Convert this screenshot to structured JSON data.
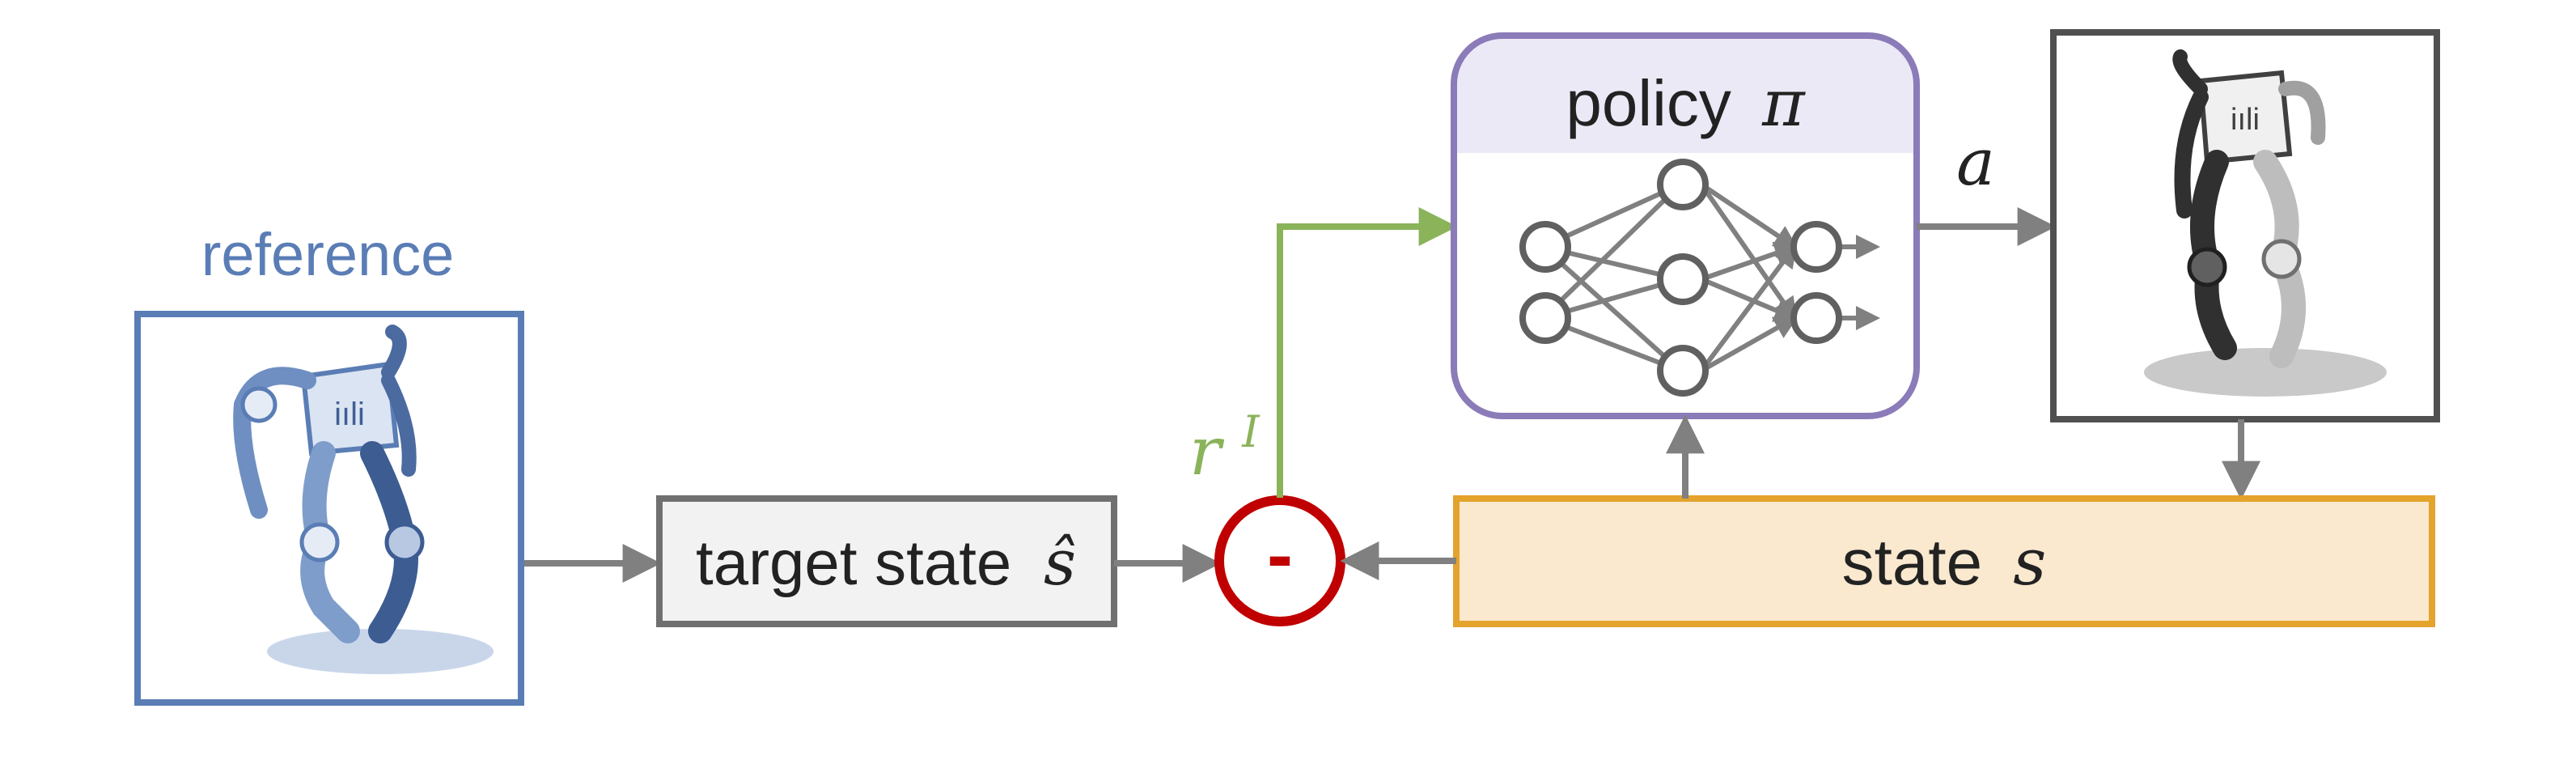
{
  "reference": {
    "label": "reference",
    "image_description_icon": "biped-robot-ghost-icon"
  },
  "target_state": {
    "label": "target state",
    "symbol": "ŝ"
  },
  "subtract_node": {
    "symbol": "-"
  },
  "reward": {
    "symbol": "r",
    "superscript": "I"
  },
  "policy": {
    "label": "policy",
    "symbol": "π",
    "network_icon": "neural-network-icon"
  },
  "action": {
    "symbol": "a"
  },
  "robot": {
    "image_icon": "biped-robot-icon"
  },
  "state": {
    "label": "state",
    "symbol": "s"
  },
  "colors": {
    "reference_blue": "#5a7db5",
    "reference_fill": "#ffffff",
    "target_border": "#707070",
    "target_fill": "#f2f2f2",
    "subtract_red": "#c00000",
    "reward_green": "#8ab35a",
    "policy_border": "#8b7bb8",
    "policy_header": "#ece9f6",
    "state_border": "#e3a32c",
    "state_fill": "#fae9cf",
    "arrow_gray": "#808080",
    "robot_border": "#505050",
    "text_dark": "#222222"
  }
}
